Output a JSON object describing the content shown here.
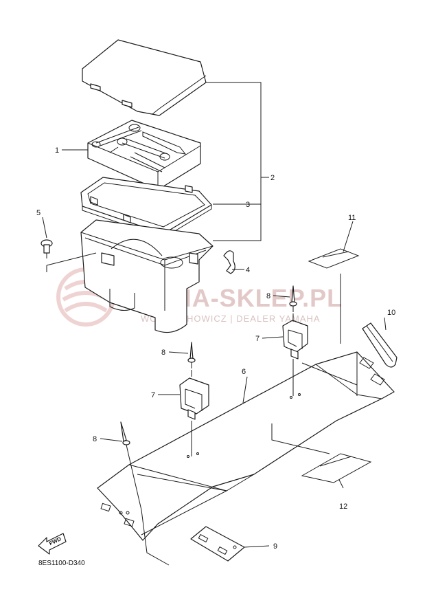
{
  "diagram": {
    "code": "8ES1100-D340",
    "direction_label": "FWD",
    "callouts": {
      "c1": "1",
      "c2": "2",
      "c3": "3",
      "c4": "4",
      "c5": "5",
      "c6": "6",
      "c7a": "7",
      "c7b": "7",
      "c8a": "8",
      "c8b": "8",
      "c8c": "8",
      "c9": "9",
      "c10": "10",
      "c11": "11",
      "c12": "12"
    }
  },
  "watermark": {
    "title": "YAMA-SKLEP.PL",
    "subtitle": "WOJCIECHOWICZ | DEALER YAMAHA"
  },
  "colors": {
    "line": "#1a1a1a",
    "watermark": "#e3c8c8"
  }
}
